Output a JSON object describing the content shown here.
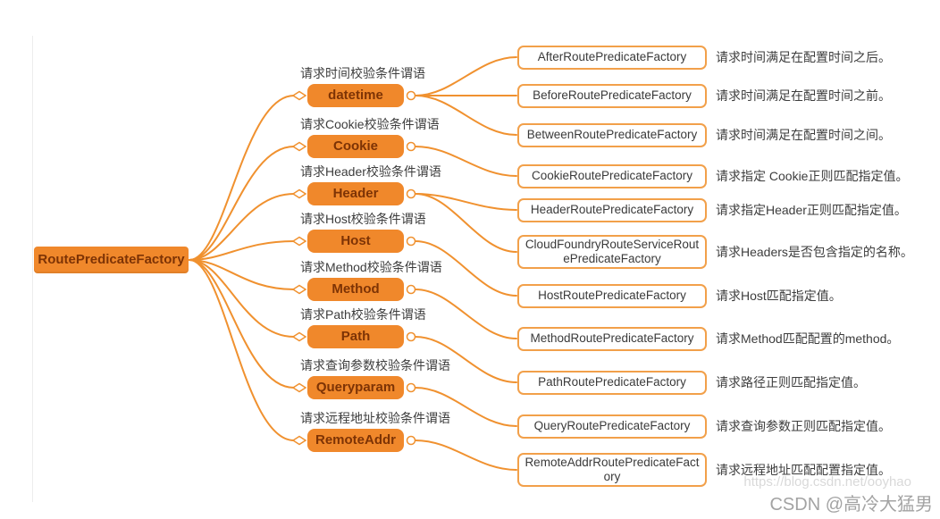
{
  "root": {
    "label": "RoutePredicateFactory"
  },
  "branches": [
    {
      "label": "datetime",
      "annotation": "请求时间校验条件谓语",
      "children": [
        {
          "name": "AfterRoutePredicateFactory",
          "desc": "请求时间满足在配置时间之后。"
        },
        {
          "name": "BeforeRoutePredicateFactory",
          "desc": "请求时间满足在配置时间之前。"
        },
        {
          "name": "BetweenRoutePredicateFactory",
          "desc": "请求时间满足在配置时间之间。"
        }
      ]
    },
    {
      "label": "Cookie",
      "annotation": "请求Cookie校验条件谓语",
      "children": [
        {
          "name": "CookieRoutePredicateFactory",
          "desc": "请求指定 Cookie正则匹配指定值。"
        }
      ]
    },
    {
      "label": "Header",
      "annotation": "请求Header校验条件谓语",
      "children": [
        {
          "name": "HeaderRoutePredicateFactory",
          "desc": "请求指定Header正则匹配指定值。"
        },
        {
          "name": "CloudFoundryRouteServiceRoutePredicateFactory",
          "desc": "请求Headers是否包含指定的名称。"
        }
      ]
    },
    {
      "label": "Host",
      "annotation": "请求Host校验条件谓语",
      "children": [
        {
          "name": "HostRoutePredicateFactory",
          "desc": "请求Host匹配指定值。"
        }
      ]
    },
    {
      "label": "Method",
      "annotation": "请求Method校验条件谓语",
      "children": [
        {
          "name": "MethodRoutePredicateFactory",
          "desc": "请求Method匹配配置的method。"
        }
      ]
    },
    {
      "label": "Path",
      "annotation": "请求Path校验条件谓语",
      "children": [
        {
          "name": "PathRoutePredicateFactory",
          "desc": "请求路径正则匹配指定值。"
        }
      ]
    },
    {
      "label": "Queryparam",
      "annotation": "请求查询参数校验条件谓语",
      "children": [
        {
          "name": "QueryRoutePredicateFactory",
          "desc": "请求查询参数正则匹配指定值。"
        }
      ]
    },
    {
      "label": "RemoteAddr",
      "annotation": "请求远程地址校验条件谓语",
      "children": [
        {
          "name": "RemoteAddrRoutePredicateFactory",
          "desc": "请求远程地址匹配配置指定值。"
        }
      ]
    }
  ],
  "watermark": {
    "url": "https://blog.csdn.net/ooyhao",
    "credit": "CSDN @高冷大猛男"
  },
  "colors": {
    "branch_line": "#F0912F",
    "node_fill": "#F0882B",
    "node_text": "#7D3305",
    "leaf_border": "#F2A04A",
    "leaf_text": "#3A3A3A",
    "annotation_text": "#3D3D3D",
    "desc_text": "#3D3D3D",
    "watermark_url": "#D9D9D9",
    "watermark_credit": "#A3A3A3"
  }
}
